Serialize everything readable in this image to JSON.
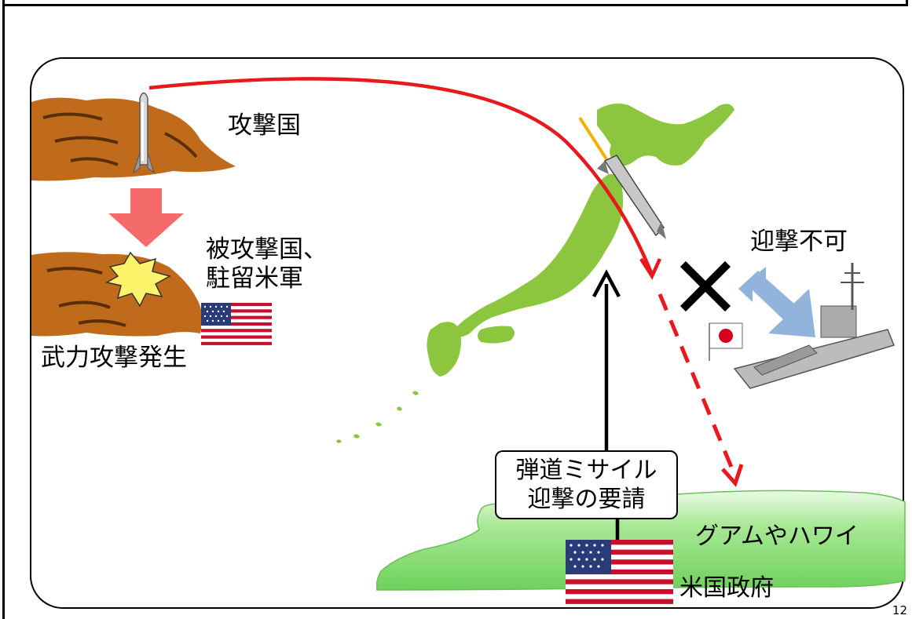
{
  "labels": {
    "attacking_country": "攻撃国",
    "attacked_country_line1": "被攻撃国、",
    "attacked_country_line2": "駐留米軍",
    "armed_attack": "武力攻撃発生",
    "interception_impossible": "迎撃不可",
    "request_line1": "弾道ミサイル",
    "request_line2": "迎撃の要請",
    "guam_hawaii": "グアムやハワイ",
    "us_government": "米国政府"
  },
  "page_number": "12",
  "colors": {
    "missile_path": "#e8191c",
    "land_brown": "#c06a1c",
    "japan_green": "#8cc63f",
    "down_arrow": "#f56b6b",
    "intercept_arrow": "#92b4dc",
    "us_land": "#9be38a",
    "explosion": "#fff36b"
  }
}
